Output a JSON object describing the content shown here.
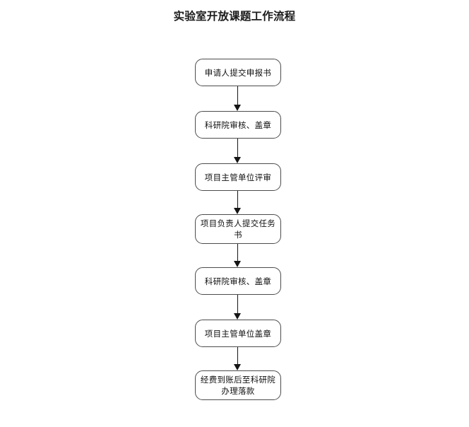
{
  "title": "实验室开放课题工作流程",
  "flow": {
    "nodes": [
      {
        "id": "submit-application",
        "label": "申请人提交申报书",
        "lines": 1
      },
      {
        "id": "research-office-review-seal-1",
        "label": "科研院审核、盖章",
        "lines": 1
      },
      {
        "id": "supervising-unit-evaluation",
        "label": "项目主管单位评审",
        "lines": 1
      },
      {
        "id": "leader-submit-task-book",
        "label": "项目负责人提交任务\n书",
        "lines": 2
      },
      {
        "id": "research-office-review-seal-2",
        "label": "科研院审核、盖章",
        "lines": 1
      },
      {
        "id": "supervising-unit-seal",
        "label": "项目主管单位盖章",
        "lines": 1
      },
      {
        "id": "funds-arrival-closing",
        "label": "经费到账后至科研院\n办理落款",
        "lines": 2
      }
    ],
    "connector_icon": "down-arrow-icon"
  },
  "colors": {
    "background": "#ffffff",
    "node_border": "#4c4c4c",
    "node_fill": "#ffffff",
    "text": "#111111",
    "title_text": "#1a1a1a",
    "connector": "#151515"
  }
}
